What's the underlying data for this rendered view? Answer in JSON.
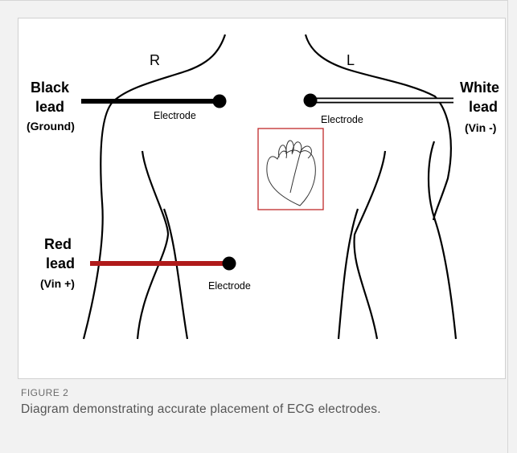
{
  "diagram": {
    "side_right": "R",
    "side_left": "L",
    "black_lead": {
      "line1": "Black",
      "line2": "lead",
      "line3": "(Ground)",
      "color": "#000000"
    },
    "white_lead": {
      "line1": "White",
      "line2": "lead",
      "line3": "(Vin -)",
      "color": "#ffffff"
    },
    "red_lead": {
      "line1": "Red",
      "line2": "lead",
      "line3": "(Vin +)",
      "color": "#b01a1a"
    },
    "electrode_label": "Electrode",
    "heart_box_color": "#c0282a"
  },
  "caption": {
    "label": "FIGURE 2",
    "text": "Diagram demonstrating accurate placement of ECG electrodes."
  }
}
